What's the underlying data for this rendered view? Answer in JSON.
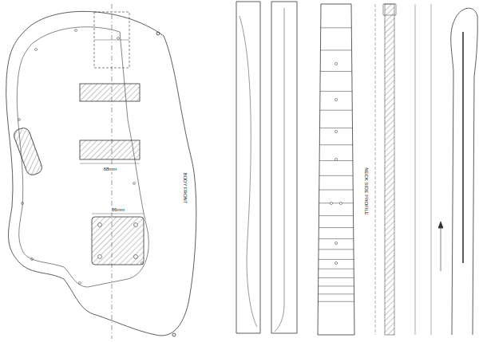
{
  "diagram": {
    "labels": [
      "BODY FRONT",
      "68mm",
      "86mm",
      "NECK SIDE PROFILE"
    ]
  }
}
